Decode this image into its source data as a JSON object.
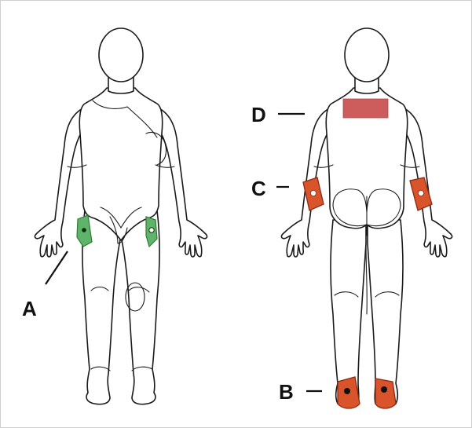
{
  "figure": {
    "labels": {
      "a": "A",
      "b": "B",
      "c": "C",
      "d": "D"
    },
    "colors": {
      "electrode_green": "#5fb36a",
      "electrode_green_stroke": "#2e7d32",
      "electrode_red": "#d9532b",
      "electrode_red_stroke": "#8b2a12",
      "pad_back": "#cd5c5c"
    },
    "views": [
      "front-view",
      "back-view"
    ]
  }
}
